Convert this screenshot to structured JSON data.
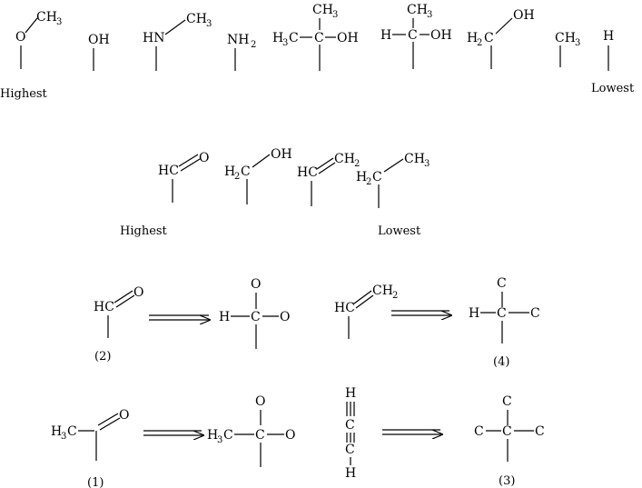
{
  "row1": {
    "label_highest": "Highest",
    "label_lowest": "Lowest",
    "groups": [
      {
        "atoms": [
          "O",
          "CH",
          "3"
        ]
      },
      {
        "atoms": [
          "OH"
        ]
      },
      {
        "atoms": [
          "HN",
          "CH",
          "3"
        ]
      },
      {
        "atoms": [
          "NH",
          "2"
        ]
      },
      {
        "atoms": [
          "CH",
          "3",
          "H",
          "3",
          "C",
          "C",
          "OH"
        ]
      },
      {
        "atoms": [
          "CH",
          "3",
          "H",
          "C",
          "OH"
        ]
      },
      {
        "atoms": [
          "OH",
          "H",
          "2",
          "C"
        ]
      },
      {
        "atoms": [
          "CH",
          "3"
        ]
      },
      {
        "atoms": [
          "H"
        ]
      }
    ]
  },
  "row2": {
    "label_highest": "Highest",
    "label_lowest": "Lowest",
    "groups": [
      {
        "atoms": [
          "HC",
          "O"
        ]
      },
      {
        "atoms": [
          "H",
          "2",
          "C",
          "OH"
        ]
      },
      {
        "atoms": [
          "HC",
          "CH",
          "2"
        ]
      },
      {
        "atoms": [
          "H",
          "2",
          "C",
          "CH",
          "3"
        ]
      }
    ]
  },
  "conversions": [
    {
      "number": "(2)",
      "from": [
        "HC",
        "O"
      ],
      "to": [
        "O",
        "H",
        "C",
        "O"
      ]
    },
    {
      "number": "(4)",
      "from": [
        "HC",
        "CH",
        "2"
      ],
      "to": [
        "C",
        "H",
        "C",
        "C"
      ]
    },
    {
      "number": "(1)",
      "from": [
        "H",
        "3",
        "C",
        "O"
      ],
      "to": [
        "O",
        "H",
        "3",
        "C",
        "C",
        "O"
      ]
    },
    {
      "number": "(3)",
      "from": [
        "H",
        "C",
        "C",
        "H"
      ],
      "to": [
        "C",
        "C",
        "C",
        "C"
      ]
    }
  ]
}
